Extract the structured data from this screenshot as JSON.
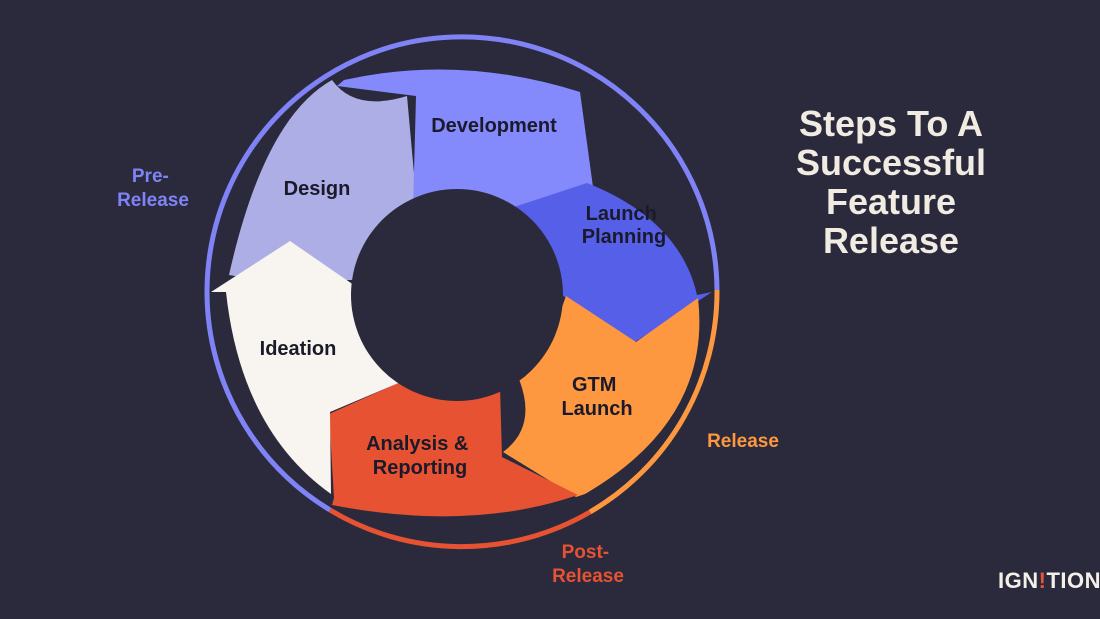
{
  "title_lines": [
    "Steps To A",
    "Successful",
    "Feature",
    "Release"
  ],
  "colors": {
    "background": "#2a2a3c",
    "design": "#adaee6",
    "development": "#8489fc",
    "launch_planning": "#565fe8",
    "gtm_launch": "#fd9840",
    "analysis": "#e65232",
    "ideation": "#f8f4ef",
    "pre_release": "#7f83f6",
    "release": "#fd9840",
    "post_release": "#e65232",
    "title": "#f1ebe2"
  },
  "steps": [
    {
      "key": "design",
      "lines": [
        "Design"
      ]
    },
    {
      "key": "development",
      "lines": [
        "Development"
      ]
    },
    {
      "key": "launch_planning",
      "lines": [
        "Launch",
        "Planning"
      ]
    },
    {
      "key": "gtm_launch",
      "lines": [
        "GTM",
        "Launch"
      ]
    },
    {
      "key": "analysis",
      "lines": [
        "Analysis &",
        "Reporting"
      ]
    },
    {
      "key": "ideation",
      "lines": [
        "Ideation"
      ]
    }
  ],
  "phases": [
    {
      "key": "pre_release",
      "lines": [
        "Pre-",
        "Release"
      ]
    },
    {
      "key": "release",
      "lines": [
        "Release"
      ]
    },
    {
      "key": "post_release",
      "lines": [
        "Post-",
        "Release"
      ]
    }
  ],
  "logo": {
    "before": "IGN",
    "mark": "!",
    "after": "TION"
  }
}
